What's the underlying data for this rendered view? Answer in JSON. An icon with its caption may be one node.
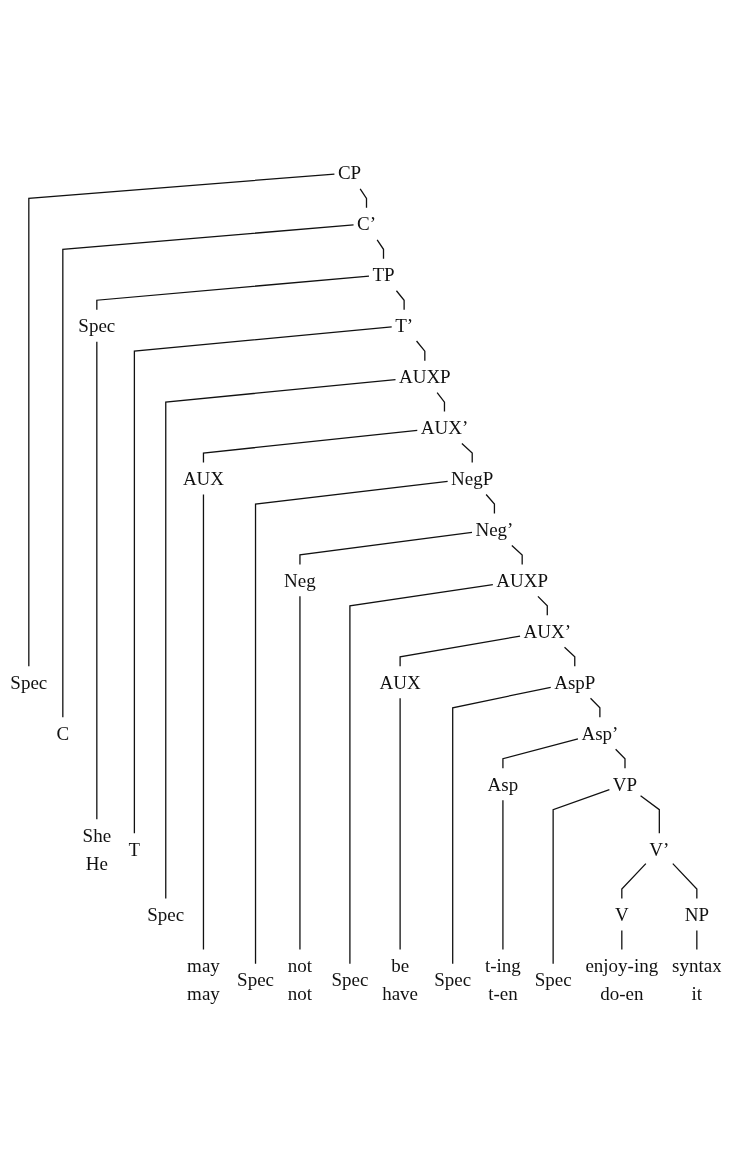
{
  "diagram": {
    "nodes": [
      {
        "text": [
          "CP"
        ]
      },
      {
        "text": [
          "Spec"
        ]
      },
      {
        "text": [
          "C’"
        ]
      },
      {
        "text": [
          "C"
        ]
      },
      {
        "text": [
          "TP"
        ]
      },
      {
        "text": [
          "Spec"
        ]
      },
      {
        "text": [
          "T’"
        ]
      },
      {
        "text": [
          "T"
        ]
      },
      {
        "text": [
          "AUXP"
        ]
      },
      {
        "text": [
          "Spec"
        ]
      },
      {
        "text": [
          "AUX’"
        ]
      },
      {
        "text": [
          "AUX"
        ]
      },
      {
        "text": [
          "NegP"
        ]
      },
      {
        "text": [
          "Spec"
        ]
      },
      {
        "text": [
          "Neg’"
        ]
      },
      {
        "text": [
          "Neg"
        ]
      },
      {
        "text": [
          "AUXP"
        ]
      },
      {
        "text": [
          "Spec"
        ]
      },
      {
        "text": [
          "AUX’"
        ]
      },
      {
        "text": [
          "AUX"
        ]
      },
      {
        "text": [
          "AspP"
        ]
      },
      {
        "text": [
          "Spec"
        ]
      },
      {
        "text": [
          "Asp’"
        ]
      },
      {
        "text": [
          "Asp"
        ]
      },
      {
        "text": [
          "VP"
        ]
      },
      {
        "text": [
          "Spec"
        ]
      },
      {
        "text": [
          "V’"
        ]
      },
      {
        "text": [
          "V"
        ]
      },
      {
        "text": [
          "NP"
        ]
      },
      {
        "text": [
          "She",
          "He"
        ]
      },
      {
        "text": [
          "may",
          "may"
        ]
      },
      {
        "text": [
          "not",
          "not"
        ]
      },
      {
        "text": [
          "be",
          "have"
        ]
      },
      {
        "text": [
          "t-ing",
          "t-en"
        ]
      },
      {
        "text": [
          "enjoy-ing",
          "do-en"
        ]
      },
      {
        "text": [
          "syntax",
          "it"
        ]
      }
    ],
    "edges": [
      {
        "from": 0,
        "to": 1,
        "arrow": "none"
      },
      {
        "from": 0,
        "to": 2,
        "arrow": "none"
      },
      {
        "from": 2,
        "to": 3,
        "arrow": "none"
      },
      {
        "from": 2,
        "to": 4,
        "arrow": "none"
      },
      {
        "from": 4,
        "to": 5,
        "arrow": "none"
      },
      {
        "from": 4,
        "to": 6,
        "arrow": "none"
      },
      {
        "from": 6,
        "to": 7,
        "arrow": "none"
      },
      {
        "from": 6,
        "to": 8,
        "arrow": "none"
      },
      {
        "from": 8,
        "to": 9,
        "arrow": "none"
      },
      {
        "from": 8,
        "to": 10,
        "arrow": "none"
      },
      {
        "from": 10,
        "to": 11,
        "arrow": "none"
      },
      {
        "from": 10,
        "to": 12,
        "arrow": "none"
      },
      {
        "from": 12,
        "to": 13,
        "arrow": "none"
      },
      {
        "from": 12,
        "to": 14,
        "arrow": "none"
      },
      {
        "from": 14,
        "to": 15,
        "arrow": "none"
      },
      {
        "from": 14,
        "to": 16,
        "arrow": "none"
      },
      {
        "from": 16,
        "to": 17,
        "arrow": "none"
      },
      {
        "from": 16,
        "to": 18,
        "arrow": "none"
      },
      {
        "from": 18,
        "to": 19,
        "arrow": "none"
      },
      {
        "from": 18,
        "to": 20,
        "arrow": "none"
      },
      {
        "from": 20,
        "to": 21,
        "arrow": "none"
      },
      {
        "from": 20,
        "to": 22,
        "arrow": "none"
      },
      {
        "from": 22,
        "to": 23,
        "arrow": "none"
      },
      {
        "from": 22,
        "to": 24,
        "arrow": "none"
      },
      {
        "from": 24,
        "to": 25,
        "arrow": "none"
      },
      {
        "from": 24,
        "to": 26,
        "arrow": "none"
      },
      {
        "from": 26,
        "to": 27,
        "arrow": "none"
      },
      {
        "from": 26,
        "to": 28,
        "arrow": "none"
      },
      {
        "from": 5,
        "to": 29,
        "arrow": "none"
      },
      {
        "from": 11,
        "to": 30,
        "arrow": "none"
      },
      {
        "from": 15,
        "to": 31,
        "arrow": "none"
      },
      {
        "from": 19,
        "to": 32,
        "arrow": "none"
      },
      {
        "from": 23,
        "to": 33,
        "arrow": "none"
      },
      {
        "from": 27,
        "to": 34,
        "arrow": "none"
      },
      {
        "from": 28,
        "to": 35,
        "arrow": "none"
      }
    ]
  }
}
